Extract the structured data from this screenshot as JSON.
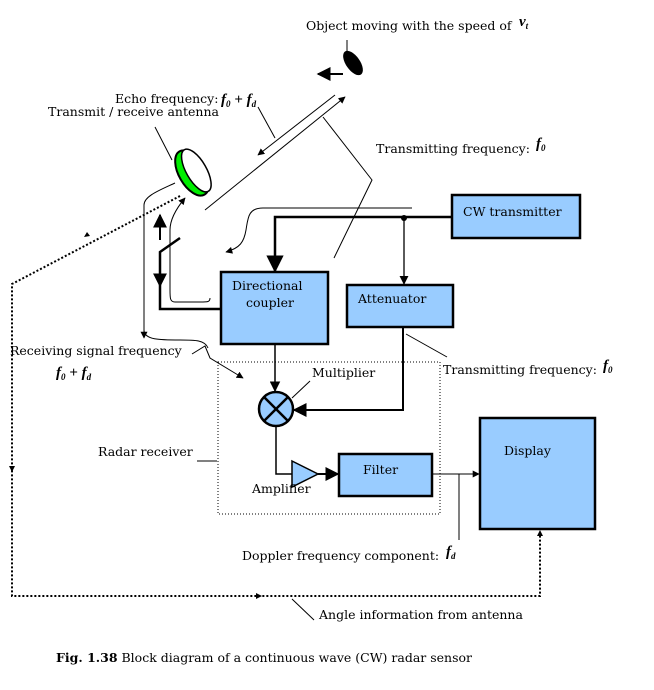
{
  "labels": {
    "object": "Object moving with the speed of",
    "object_var": "v",
    "object_sub": "t",
    "echo": "Echo frequency:",
    "antenna": "Transmit / receive antenna",
    "tx_freq_top": "Transmitting frequency:",
    "receiving": "Receiving signal frequency",
    "tx_freq_mid": "Transmitting frequency:",
    "multiplier": "Multiplier",
    "radar_receiver": "Radar receiver",
    "amplifier": "Amplifier",
    "doppler": "Doppler frequency component:",
    "angle": "Angle information from antenna"
  },
  "math": {
    "f": "f",
    "zero": "0",
    "d": "d",
    "plus": "+"
  },
  "blocks": {
    "cw_transmitter": "CW transmitter",
    "coupler_line1": "Directional",
    "coupler_line2": "coupler",
    "attenuator": "Attenuator",
    "filter": "Filter",
    "display": "Display"
  },
  "caption": {
    "bold": "Fig. 1.38",
    "text": " Block diagram of a continuous wave (CW) radar sensor"
  },
  "colors": {
    "block": "#99ccff",
    "antenna": "#00ee00"
  }
}
